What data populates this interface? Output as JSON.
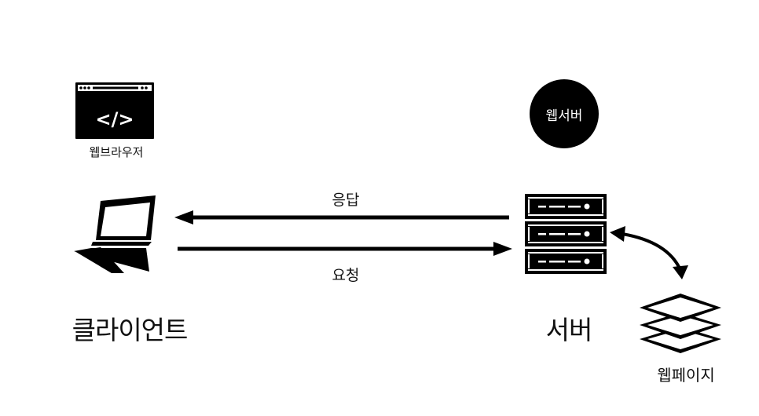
{
  "browser": {
    "label": "웹브라우저",
    "code_symbol": "</>"
  },
  "webserver_badge": {
    "label": "웹서버"
  },
  "arrows": {
    "response_label": "응답",
    "request_label": "요청"
  },
  "client": {
    "label": "클라이언트"
  },
  "server": {
    "label": "서버"
  },
  "webpage": {
    "label": "웹페이지"
  },
  "colors": {
    "ink": "#111111",
    "background": "#ffffff"
  }
}
